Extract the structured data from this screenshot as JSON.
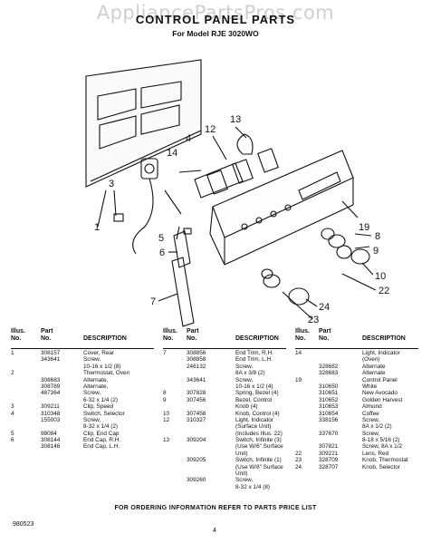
{
  "header": {
    "watermark": "AppliancePartsPros.com",
    "title": "CONTROL PANEL PARTS",
    "subtitle": "For Model RJE 3020WO"
  },
  "callouts": [
    "1",
    "3",
    "4",
    "5",
    "6",
    "7",
    "8",
    "9",
    "10",
    "12",
    "13",
    "14",
    "19",
    "22",
    "23",
    "24"
  ],
  "table_headers": {
    "illus": "Illus.",
    "no": "No.",
    "part": "Part",
    "partno": "No.",
    "desc": "DESCRIPTION"
  },
  "columns": [
    [
      {
        "illus": "1",
        "part": "308157",
        "desc": "Cover, Rear"
      },
      {
        "illus": "",
        "part": "343641",
        "desc": "Screw,"
      },
      {
        "illus": "",
        "part": "",
        "desc": "10-16 x 1/2 (8)"
      },
      {
        "illus": "2",
        "part": "",
        "desc": "Thermostat, Oven"
      },
      {
        "illus": "",
        "part": "308683",
        "desc": "Alternate,"
      },
      {
        "illus": "",
        "part": "308789",
        "desc": "Alternate,"
      },
      {
        "illus": "",
        "part": "487364",
        "desc": "Screw,"
      },
      {
        "illus": "",
        "part": "",
        "desc": "6-32 x 1/4 (2)"
      },
      {
        "illus": "3",
        "part": "309211",
        "desc": "Clip, Speed"
      },
      {
        "illus": "4",
        "part": "310348",
        "desc": "Switch, Selector"
      },
      {
        "illus": "",
        "part": "155003",
        "desc": "Screw,"
      },
      {
        "illus": "",
        "part": "",
        "desc": "8-32 x 1/4 (2)"
      },
      {
        "illus": "5",
        "part": "98084",
        "desc": "Clip, End Cap"
      },
      {
        "illus": "6",
        "part": "308144",
        "desc": "End Cap, R.H."
      },
      {
        "illus": "",
        "part": "308146",
        "desc": "End Cap, L.H."
      }
    ],
    [
      {
        "illus": "7",
        "part": "308856",
        "desc": "End Trim, R.H."
      },
      {
        "illus": "",
        "part": "308858",
        "desc": "End Trim, L.H."
      },
      {
        "illus": "",
        "part": "246132",
        "desc": "Screw,"
      },
      {
        "illus": "",
        "part": "",
        "desc": "8A x 3/8 (2)"
      },
      {
        "illus": "",
        "part": "343641",
        "desc": "Screw,"
      },
      {
        "illus": "",
        "part": "",
        "desc": "10-16 x 1/2 (4)"
      },
      {
        "illus": "8",
        "part": "307828",
        "desc": "Spring, Bezel (4)"
      },
      {
        "illus": "9",
        "part": "307456",
        "desc": "Bezel, Control"
      },
      {
        "illus": "",
        "part": "",
        "desc": "Knob (4)"
      },
      {
        "illus": "10",
        "part": "307458",
        "desc": "Knob, Control (4)"
      },
      {
        "illus": "12",
        "part": "310327",
        "desc": "Light, Indicator"
      },
      {
        "illus": "",
        "part": "",
        "desc": "(Surface Unit)"
      },
      {
        "illus": "",
        "part": "",
        "desc": "(Includes Illus. 22)"
      },
      {
        "illus": "13",
        "part": "309204",
        "desc": "Switch, Infinite (3)"
      },
      {
        "illus": "",
        "part": "",
        "desc": "(Use W/6\" Surface"
      },
      {
        "illus": "",
        "part": "",
        "desc": "Unit)"
      },
      {
        "illus": "",
        "part": "309205",
        "desc": "Switch, Infinite (1)"
      },
      {
        "illus": "",
        "part": "",
        "desc": "(Use W/8\" Surface"
      },
      {
        "illus": "",
        "part": "",
        "desc": "Unit)"
      },
      {
        "illus": "",
        "part": "309260",
        "desc": "Screw,"
      },
      {
        "illus": "",
        "part": "",
        "desc": "8-32 x 1/4 (8)"
      }
    ],
    [
      {
        "illus": "14",
        "part": "",
        "desc": "Light, Indicator"
      },
      {
        "illus": "",
        "part": "",
        "desc": "(Oven)"
      },
      {
        "illus": "",
        "part": "328682",
        "desc": "Alternate"
      },
      {
        "illus": "",
        "part": "328683",
        "desc": "Alternate"
      },
      {
        "illus": "19",
        "part": "",
        "desc": "Control Panel"
      },
      {
        "illus": "",
        "part": "310650",
        "desc": "White"
      },
      {
        "illus": "",
        "part": "310651",
        "desc": "New Avocado"
      },
      {
        "illus": "",
        "part": "310652",
        "desc": "Golden Harvest"
      },
      {
        "illus": "",
        "part": "310653",
        "desc": "Almond"
      },
      {
        "illus": "",
        "part": "310654",
        "desc": "Coffee"
      },
      {
        "illus": "",
        "part": "338156",
        "desc": "Screw,"
      },
      {
        "illus": "",
        "part": "",
        "desc": "8A x 1/2 (2)"
      },
      {
        "illus": "",
        "part": "337670",
        "desc": "Screw,"
      },
      {
        "illus": "",
        "part": "",
        "desc": "8-18 x 5/16 (2)"
      },
      {
        "illus": "",
        "part": "307821",
        "desc": "Screw, 8A x 1/2"
      },
      {
        "illus": "22",
        "part": "309221",
        "desc": "Lens, Red"
      },
      {
        "illus": "23",
        "part": "328709",
        "desc": "Knob, Thermostat"
      },
      {
        "illus": "24",
        "part": "328707",
        "desc": "Knob, Selector"
      }
    ]
  ],
  "footer": "FOR ORDERING INFORMATION REFER TO PARTS PRICE LIST",
  "doc_number": "980523",
  "page_number": "4"
}
